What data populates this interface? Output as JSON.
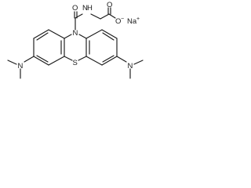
{
  "labels": {
    "nitrogen_ring": "N",
    "nitrogen_amide": "N",
    "hydrogen_amide": "H",
    "oxygen_carbonyl_amide": "O",
    "oxygen_carbonyl_acid": "O",
    "oxygen_anion": "O",
    "anion_charge": "−",
    "sulfur": "S",
    "nitrogen_left_dimethylamino": "N",
    "nitrogen_right_dimethylamino": "N",
    "sodium": "Na",
    "sodium_charge": "+"
  }
}
